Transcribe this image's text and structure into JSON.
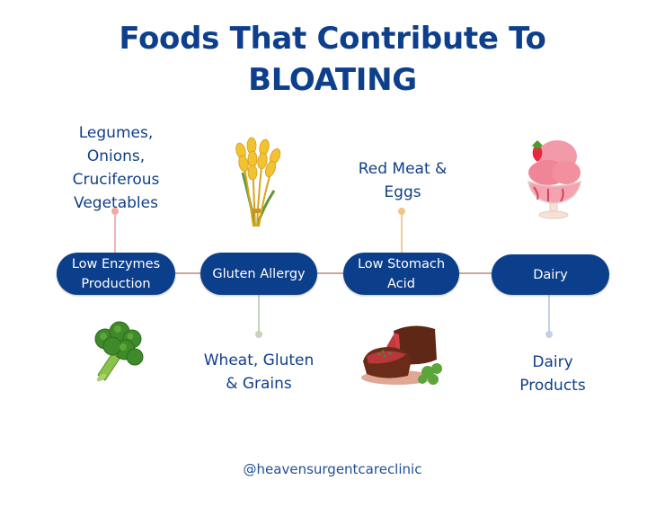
{
  "title": {
    "line1": "Foods That Contribute To",
    "line2": "BLOATING"
  },
  "causes": [
    {
      "label_line1": "Low Enzymes",
      "label_line2": "Production",
      "connector_color": "#f4b6b0",
      "food_lines": [
        "Legumes,",
        "Onions,",
        "Cruciferous",
        "Vegetables"
      ],
      "food_position": "above",
      "image": "broccoli-icon"
    },
    {
      "label_line1": "Gluten Allergy",
      "label_line2": "",
      "connector_color": "#c6d3bd",
      "food_lines": [
        "Wheat, Gluten",
        "& Grains"
      ],
      "food_position": "below",
      "image": "wheat-icon"
    },
    {
      "label_line1": "Low Stomach",
      "label_line2": "Acid",
      "connector_color": "#f2cc8f",
      "food_lines": [
        "Red Meat &",
        "Eggs"
      ],
      "food_position": "above",
      "image": "steak-icon"
    },
    {
      "label_line1": "Dairy",
      "label_line2": "",
      "connector_color": "#c3d1e6",
      "food_lines": [
        "Dairy",
        "Products"
      ],
      "food_position": "below",
      "image": "ice-cream-icon"
    }
  ],
  "colors": {
    "title": "#0d3f8c",
    "pill": "#0b3e8b",
    "timeline": "#c9a7a0"
  },
  "footer": {
    "handle": "@heavensurgentcareclinic"
  }
}
